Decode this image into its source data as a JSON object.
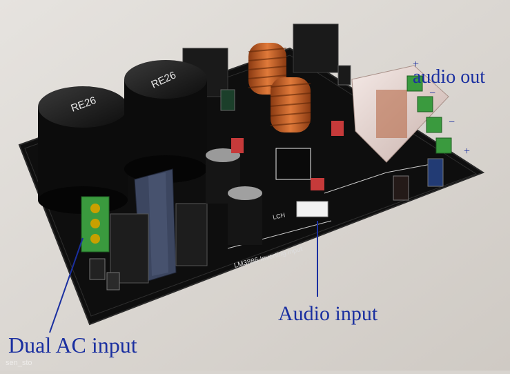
{
  "photo": {
    "capacitor_marking_left": "RE26",
    "capacitor_marking_right": "RE26",
    "board_silkscreen": "LM3886  Inverting input",
    "connector_silkscreen": "LCH",
    "watermark": "sen_sto"
  },
  "annotations": {
    "audio_out": "audio out",
    "audio_input": "Audio input",
    "dual_ac_input": "Dual AC input",
    "plus_top": "+",
    "minus_top": "−",
    "minus_mid": "−",
    "plus_bottom": "+"
  },
  "colors": {
    "annotation": "#1a2fa0",
    "pcb": "#111111",
    "background": "#d8d4cf",
    "terminal_green": "#3a9a3e",
    "coil_copper": "#c8561e"
  }
}
